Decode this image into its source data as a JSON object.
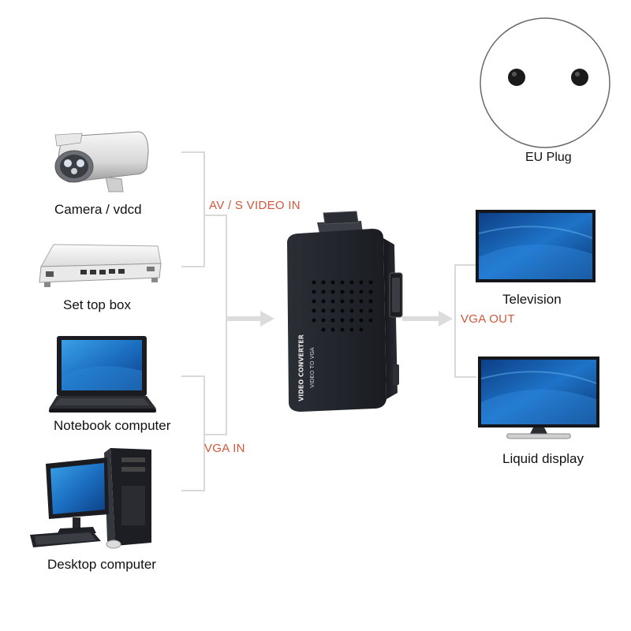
{
  "devices": {
    "camera": "Camera / vdcd",
    "set_top_box": "Set top box",
    "notebook": "Notebook computer",
    "desktop": "Desktop computer",
    "television": "Television",
    "liquid_display": "Liquid display"
  },
  "connections": {
    "av_in": "AV / S VIDEO IN",
    "vga_in": "VGA IN",
    "vga_out": "VGA OUT"
  },
  "converter": {
    "line1": "VIDEO CONVERTER",
    "line2": "VIDEO TO VGA"
  },
  "plug": {
    "label": "EU Plug"
  },
  "colors": {
    "connection_label": "#d2563a",
    "connector_line": "#d9d9d9",
    "screen_blue": "#1e73c8",
    "device_dark": "#1c1e24"
  }
}
